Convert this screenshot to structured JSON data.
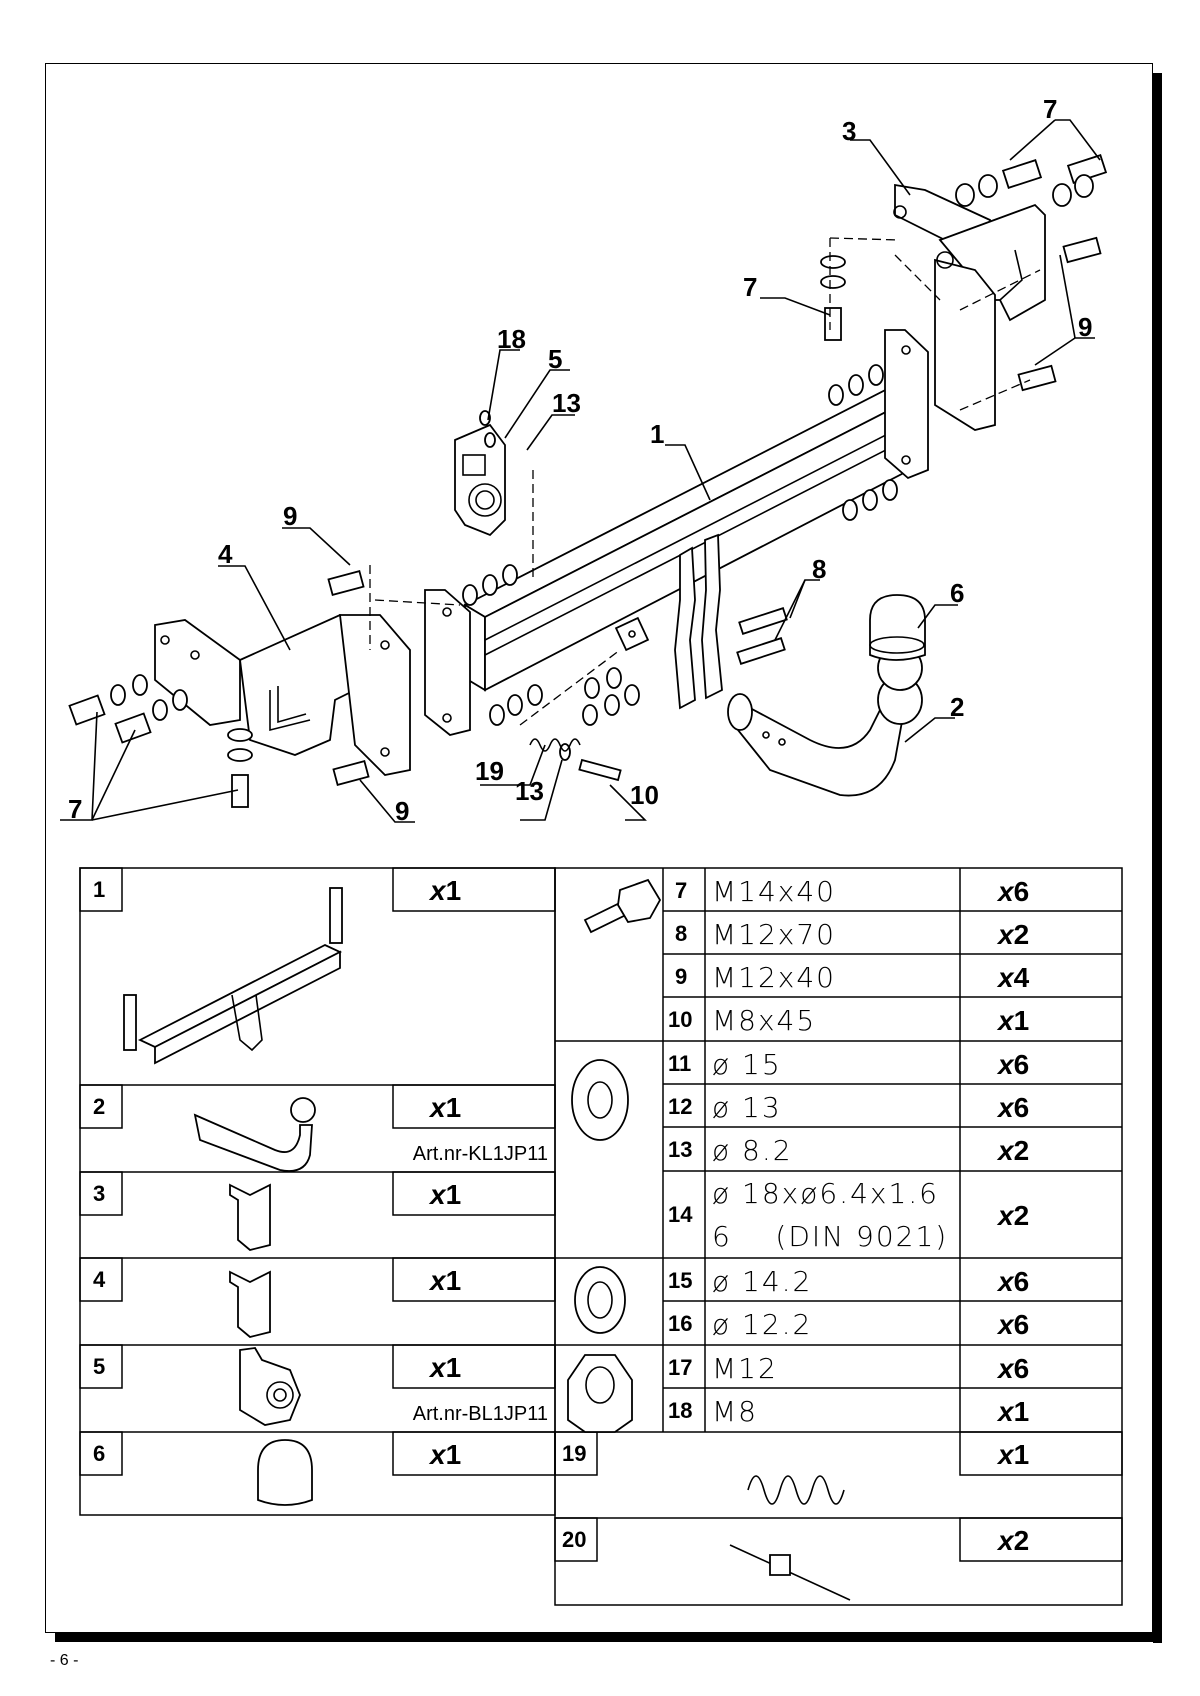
{
  "footer": {
    "page_number": "- 6 -"
  },
  "diagram": {
    "callouts": [
      "7",
      "3",
      "7",
      "9",
      "18",
      "5",
      "13",
      "1",
      "9",
      "4",
      "8",
      "6",
      "2",
      "7",
      "9",
      "19",
      "13",
      "10"
    ]
  },
  "parts_table": {
    "left": [
      {
        "num": "1",
        "qty": "1",
        "art": ""
      },
      {
        "num": "2",
        "qty": "1",
        "art": "Art.nr-KL1JP11"
      },
      {
        "num": "3",
        "qty": "1",
        "art": ""
      },
      {
        "num": "4",
        "qty": "1",
        "art": ""
      },
      {
        "num": "5",
        "qty": "1",
        "art": "Art.nr-BL1JP11"
      },
      {
        "num": "6",
        "qty": "1",
        "art": ""
      }
    ],
    "right": [
      {
        "num": "7",
        "spec": "M14x40",
        "qty": "6"
      },
      {
        "num": "8",
        "spec": "M12x70",
        "qty": "2"
      },
      {
        "num": "9",
        "spec": "M12x40",
        "qty": "4"
      },
      {
        "num": "10",
        "spec": "M8x45",
        "qty": "1"
      },
      {
        "num": "11",
        "spec": "ø 15",
        "qty": "6"
      },
      {
        "num": "12",
        "spec": "ø 13",
        "qty": "6"
      },
      {
        "num": "13",
        "spec": "ø 8.2",
        "qty": "2"
      },
      {
        "num": "14",
        "spec": "ø 18xø6.4x1.6",
        "spec2": "6    (DIN 9021)",
        "qty": "2"
      },
      {
        "num": "15",
        "spec": "ø 14.2",
        "qty": "6"
      },
      {
        "num": "16",
        "spec": "ø 12.2",
        "qty": "6"
      },
      {
        "num": "17",
        "spec": "M12",
        "qty": "6"
      },
      {
        "num": "18",
        "spec": "M8",
        "qty": "1"
      },
      {
        "num": "19",
        "qty": "1"
      },
      {
        "num": "20",
        "qty": "2"
      }
    ],
    "qty_prefix": "x"
  }
}
